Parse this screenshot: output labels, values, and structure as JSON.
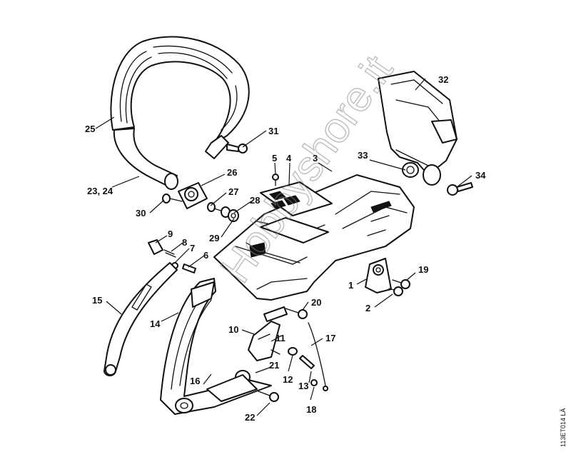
{
  "diagram": {
    "drawing_code": "113ET014 LÄ",
    "watermark": "Hobbyshore.it",
    "callouts": [
      {
        "id": "c1",
        "text": "1"
      },
      {
        "id": "c2",
        "text": "2"
      },
      {
        "id": "c3",
        "text": "3"
      },
      {
        "id": "c4",
        "text": "4"
      },
      {
        "id": "c5",
        "text": "5"
      },
      {
        "id": "c6",
        "text": "6"
      },
      {
        "id": "c7",
        "text": "7"
      },
      {
        "id": "c8",
        "text": "8"
      },
      {
        "id": "c9",
        "text": "9"
      },
      {
        "id": "c10",
        "text": "10"
      },
      {
        "id": "c11",
        "text": "11"
      },
      {
        "id": "c12",
        "text": "12"
      },
      {
        "id": "c13",
        "text": "13"
      },
      {
        "id": "c14",
        "text": "14"
      },
      {
        "id": "c15",
        "text": "15"
      },
      {
        "id": "c16",
        "text": "16"
      },
      {
        "id": "c17",
        "text": "17"
      },
      {
        "id": "c18",
        "text": "18"
      },
      {
        "id": "c19",
        "text": "19"
      },
      {
        "id": "c20",
        "text": "20"
      },
      {
        "id": "c21",
        "text": "21"
      },
      {
        "id": "c22",
        "text": "22"
      },
      {
        "id": "c23",
        "text": "23, 24"
      },
      {
        "id": "c25",
        "text": "25"
      },
      {
        "id": "c26",
        "text": "26"
      },
      {
        "id": "c27",
        "text": "27"
      },
      {
        "id": "c28",
        "text": "28"
      },
      {
        "id": "c29",
        "text": "29"
      },
      {
        "id": "c30",
        "text": "30"
      },
      {
        "id": "c31",
        "text": "31"
      },
      {
        "id": "c32",
        "text": "32"
      },
      {
        "id": "c33",
        "text": "33"
      },
      {
        "id": "c34",
        "text": "34"
      }
    ]
  }
}
